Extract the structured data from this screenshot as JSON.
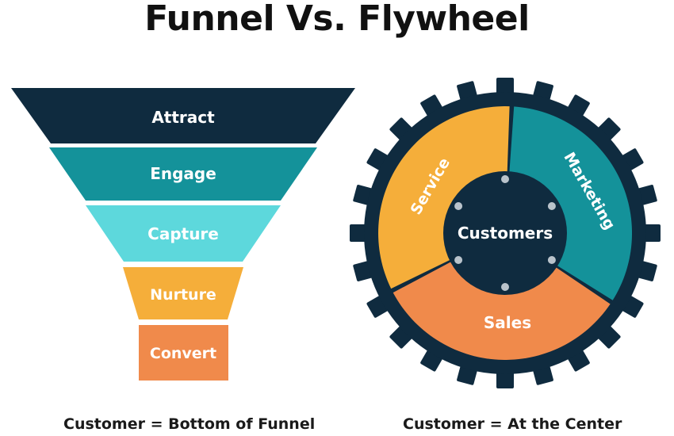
{
  "title": "Funnel Vs. Flywheel",
  "colors": {
    "navy": "#0f2b3f",
    "teal": "#14929a",
    "light_teal": "#5dd8dc",
    "yellow": "#f5ae3a",
    "orange": "#f08a4b",
    "white": "#ffffff"
  },
  "funnel": {
    "stages": [
      {
        "label": "Attract"
      },
      {
        "label": "Engage"
      },
      {
        "label": "Capture"
      },
      {
        "label": "Nurture"
      },
      {
        "label": "Convert"
      }
    ],
    "caption": "Customer = Bottom of Funnel"
  },
  "flywheel": {
    "center": "Customers",
    "segments": [
      {
        "label": "Marketing"
      },
      {
        "label": "Sales"
      },
      {
        "label": "Service"
      }
    ],
    "caption": "Customer = At the Center"
  }
}
